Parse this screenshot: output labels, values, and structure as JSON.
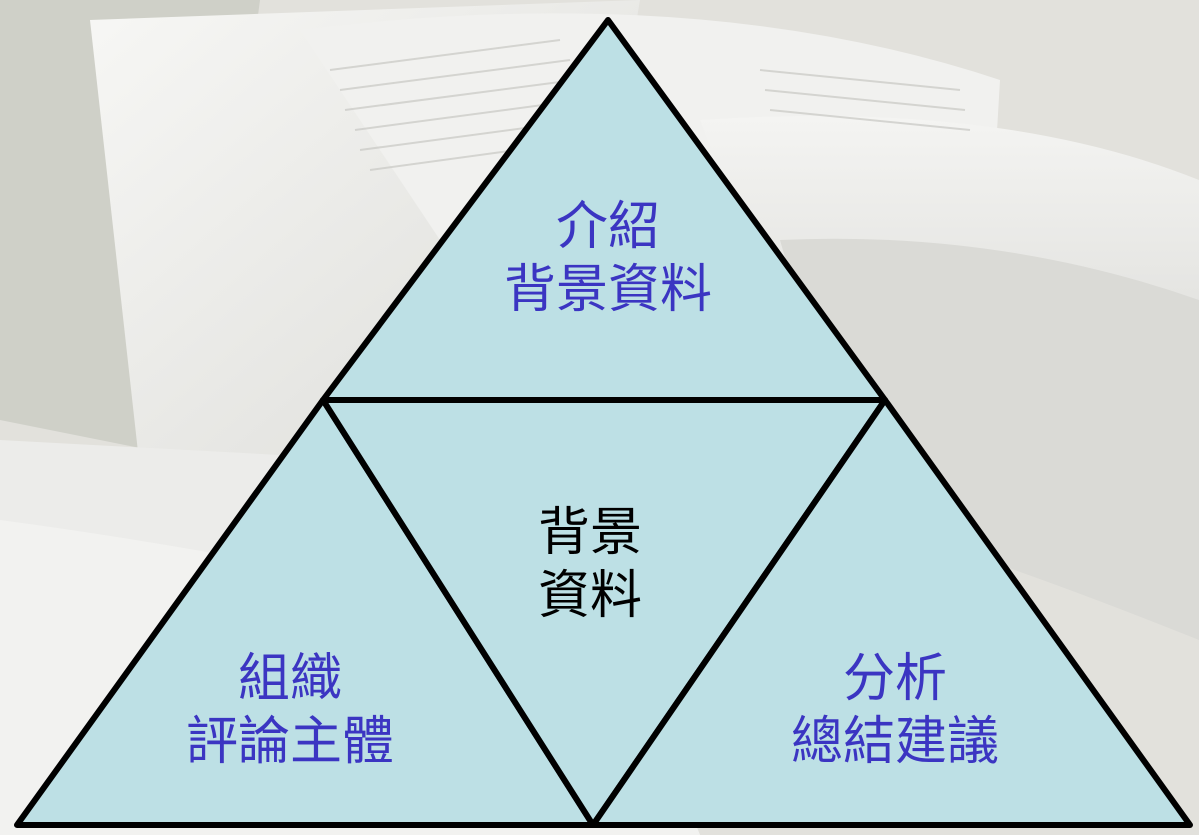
{
  "colors": {
    "triangle_fill": "#bde0e5",
    "triangle_stroke": "#000000",
    "label_blue": "#3b35c2",
    "label_black": "#000000"
  },
  "diagram": {
    "top": {
      "line1": "介紹",
      "line2": "背景資料"
    },
    "center": {
      "line1": "背景",
      "line2": "資料"
    },
    "left": {
      "line1": "組織",
      "line2": "評論主體"
    },
    "right": {
      "line1": "分析",
      "line2": "總結建議"
    }
  }
}
